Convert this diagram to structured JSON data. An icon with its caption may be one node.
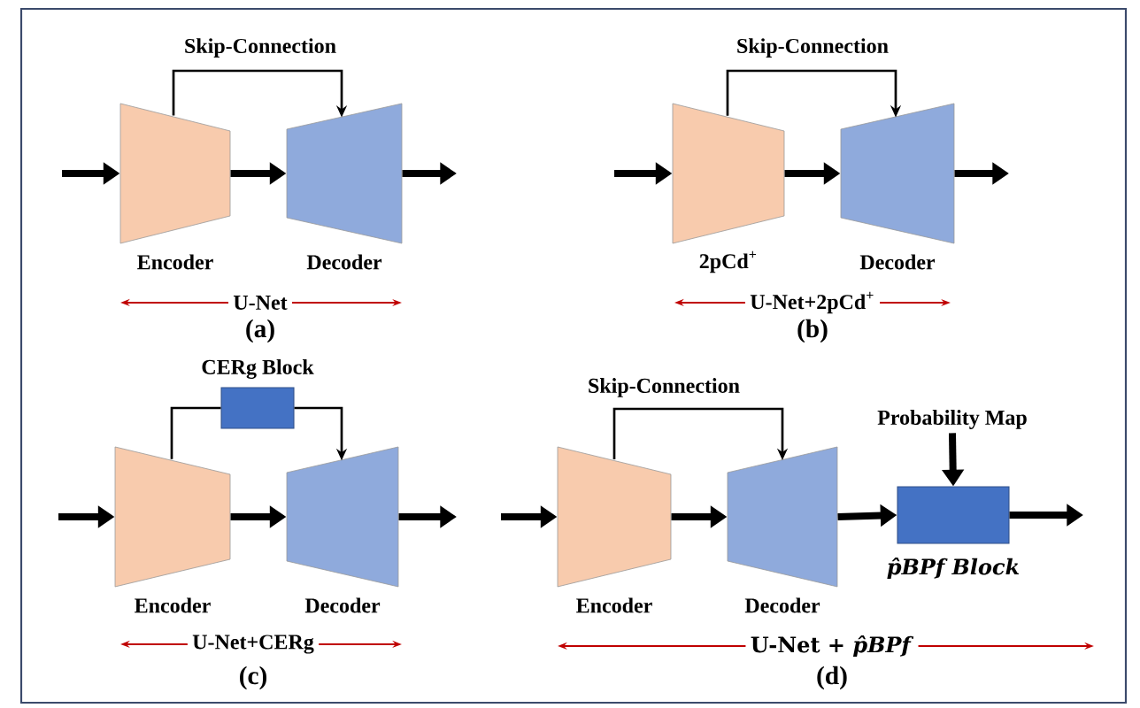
{
  "diagram": {
    "nodes": [
      {
        "text": [
          "Encoder"
        ]
      },
      {
        "text": [
          "Decoder"
        ]
      },
      {
        "text": [
          "2pCd$^{+}$"
        ]
      },
      {
        "text": [
          "Decoder"
        ]
      },
      {
        "text": [
          "Encoder"
        ]
      },
      {
        "text": [
          "CERg Block"
        ]
      },
      {
        "text": [
          "Decoder"
        ]
      },
      {
        "text": [
          "Encoder"
        ]
      },
      {
        "text": [
          "Decoder"
        ]
      },
      {
        "text": [
          "Probability Map"
        ]
      },
      {
        "text": [
          "p̂BPf Block"
        ]
      }
    ],
    "edges": [
      {
        "from": null,
        "to": 0,
        "arrow": "to"
      },
      {
        "from": 0,
        "to": 1,
        "arrow": "to"
      },
      {
        "from": 1,
        "to": null,
        "arrow": "to"
      },
      {
        "from": 0,
        "to": 1,
        "arrow": "to",
        "label": "Skip-Connection"
      },
      {
        "from": null,
        "to": 2,
        "arrow": "to"
      },
      {
        "from": 2,
        "to": 3,
        "arrow": "to"
      },
      {
        "from": 3,
        "to": null,
        "arrow": "to"
      },
      {
        "from": 2,
        "to": 3,
        "arrow": "to",
        "label": "Skip-Connection"
      },
      {
        "from": null,
        "to": 4,
        "arrow": "to"
      },
      {
        "from": 4,
        "to": 6,
        "arrow": "to"
      },
      {
        "from": 6,
        "to": null,
        "arrow": "to"
      },
      {
        "from": 4,
        "to": 5,
        "arrow": "none"
      },
      {
        "from": 5,
        "to": 6,
        "arrow": "to"
      },
      {
        "from": null,
        "to": 7,
        "arrow": "to"
      },
      {
        "from": 7,
        "to": 8,
        "arrow": "to"
      },
      {
        "from": 8,
        "to": 10,
        "arrow": "to"
      },
      {
        "from": 10,
        "to": null,
        "arrow": "to"
      },
      {
        "from": 7,
        "to": 8,
        "arrow": "to",
        "label": "Skip-Connection"
      },
      {
        "from": 9,
        "to": 10,
        "arrow": "to"
      }
    ],
    "labels": [
      "U-Net",
      "(a)",
      "U-Net+2pCd$^{+}$",
      "(b)",
      "U-Net+CERg",
      "(c)",
      "U-Net + *p̂BPf*",
      "(d)"
    ]
  }
}
